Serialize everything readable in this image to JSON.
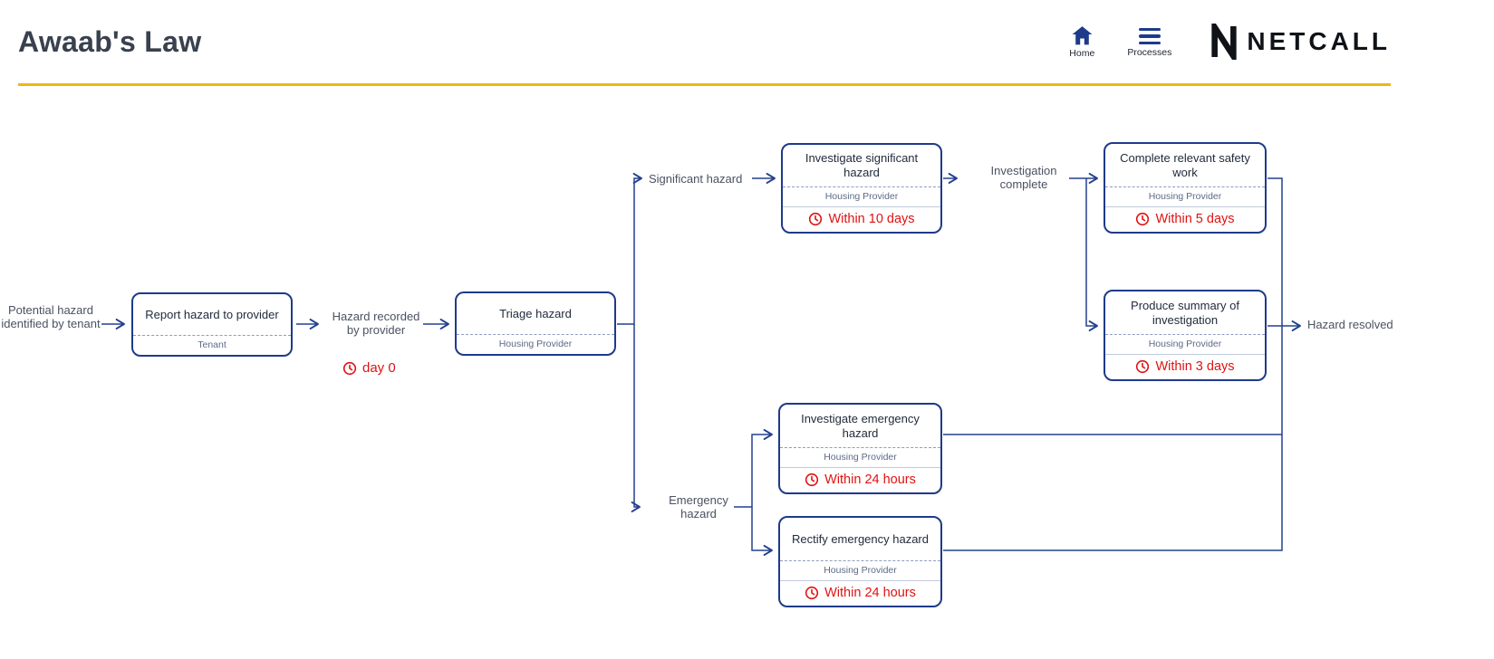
{
  "header": {
    "title": "Awaab's Law",
    "nav": [
      {
        "label": "Home"
      },
      {
        "label": "Processes"
      }
    ],
    "brand": "NETCALL"
  },
  "colors": {
    "accent_rule": "#efb810",
    "node_border": "#1e3a8a",
    "connector": "#24418f",
    "alert_red": "#e01212"
  },
  "labels": {
    "start": "Potential hazard identified by tenant",
    "hazard_recorded": "Hazard recorded by provider",
    "day_zero": "day 0",
    "significant": "Significant hazard",
    "investigation_complete": "Investigation complete",
    "emergency": "Emergency hazard",
    "end": "Hazard resolved"
  },
  "nodes": [
    {
      "title": "Report hazard to provider",
      "role": "Tenant"
    },
    {
      "title": "Triage hazard",
      "role": "Housing Provider"
    },
    {
      "title": "Investigate significant hazard",
      "role": "Housing Provider",
      "duration": "Within 10 days"
    },
    {
      "title": "Complete relevant safety work",
      "role": "Housing Provider",
      "duration": "Within 5 days"
    },
    {
      "title": "Produce summary of investigation",
      "role": "Housing Provider",
      "duration": "Within 3 days"
    },
    {
      "title": "Investigate emergency hazard",
      "role": "Housing Provider",
      "duration": "Within 24 hours"
    },
    {
      "title": "Rectify emergency hazard",
      "role": "Housing Provider",
      "duration": "Within 24 hours"
    }
  ]
}
